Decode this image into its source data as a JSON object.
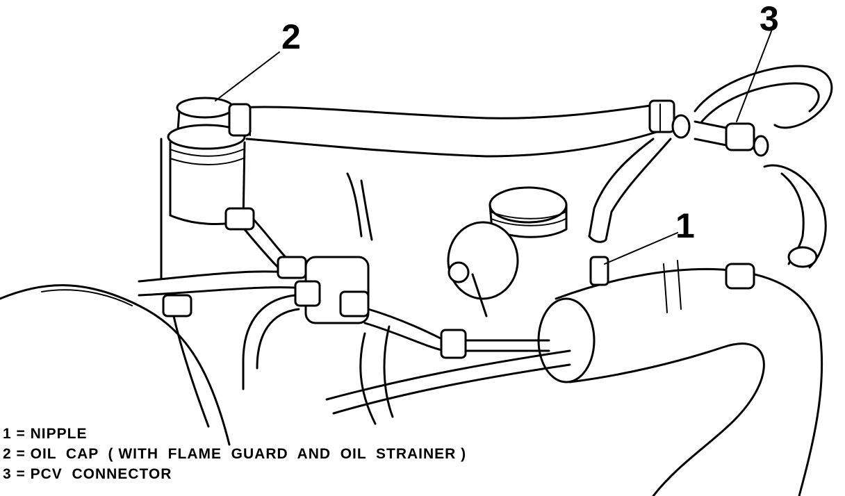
{
  "callouts": [
    {
      "number": "1"
    },
    {
      "number": "2"
    },
    {
      "number": "3"
    }
  ],
  "legend": [
    "1 = NIPPLE",
    "2 = OIL  CAP  ( WITH  FLAME  GUARD  AND  OIL  STRAINER )",
    "3 = PCV  CONNECTOR"
  ],
  "colors": {
    "ink": "#000000",
    "paper": "#ffffff"
  }
}
